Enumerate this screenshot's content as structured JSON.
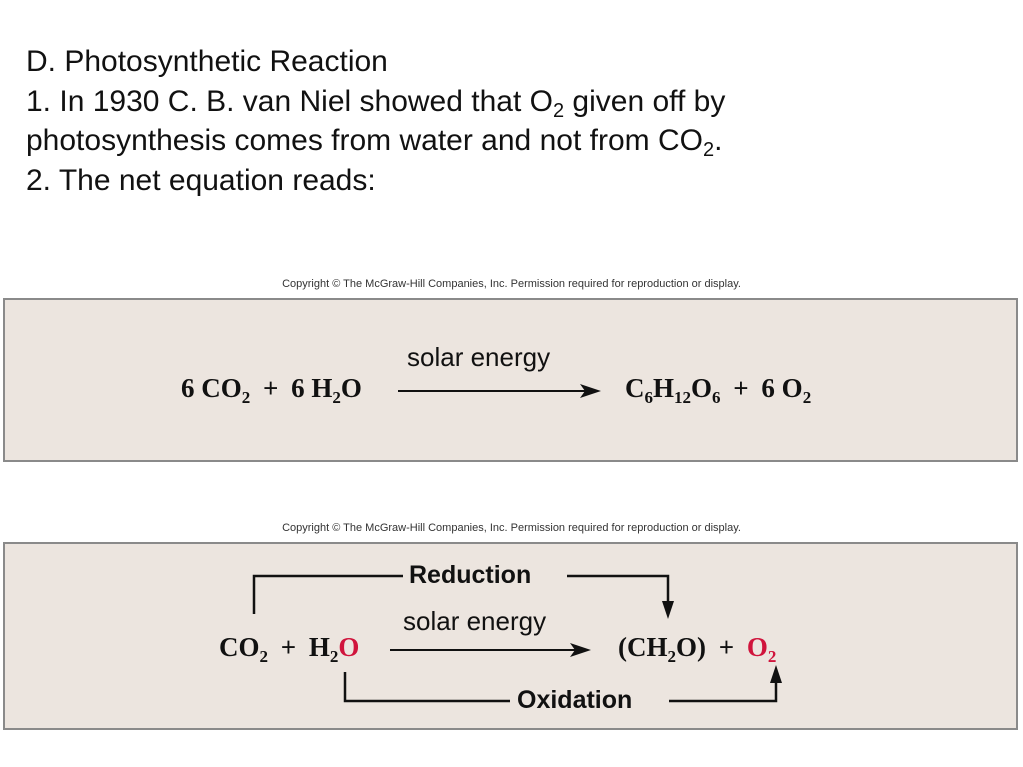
{
  "heading": {
    "title": "D. Photosynthetic Reaction",
    "line1_pre": "1. In 1930 C. B. van Niel showed that O",
    "line1_sub": "2",
    "line1_post": " given off by",
    "line2_pre": "photosynthesis comes from water and not from CO",
    "line2_sub": "2",
    "line2_post": ".",
    "line3": "2. The net equation reads:"
  },
  "copyright": "Copyright © The McGraw-Hill Companies, Inc. Permission required for reproduction or display.",
  "equation1": {
    "reactant1_coef": "6 CO",
    "reactant1_sub": "2",
    "plus": "+",
    "reactant2_coef": "6 H",
    "reactant2_sub": "2",
    "reactant2_end": "O",
    "arrow_label": "solar energy",
    "product1_a": "C",
    "product1_a_sub": "6",
    "product1_b": "H",
    "product1_b_sub": "12",
    "product1_c": "O",
    "product1_c_sub": "6",
    "product2_coef": "6 O",
    "product2_sub": "2"
  },
  "equation2": {
    "reduction_label": "Reduction",
    "oxidation_label": "Oxidation",
    "arrow_label": "solar energy",
    "reactant1": "CO",
    "reactant1_sub": "2",
    "plus": "+",
    "reactant2_h": "H",
    "reactant2_sub": "2",
    "reactant2_o": "O",
    "product1_open": "(CH",
    "product1_sub": "2",
    "product1_close": "O)",
    "product2_o": "O",
    "product2_sub": "2",
    "highlight_color": "#d0143c"
  },
  "colors": {
    "panel_bg": "#ece5df",
    "panel_border": "#8a8a8a",
    "highlight": "#d0143c"
  }
}
